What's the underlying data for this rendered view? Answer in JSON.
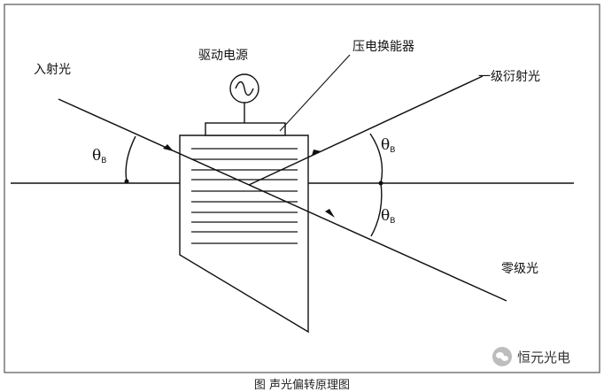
{
  "labels": {
    "incident_light": "入射光",
    "drive_power": "驱动电源",
    "piezo_transducer": "压电换能器",
    "first_order_light": "一级衍射光",
    "zero_order_light": "零级光",
    "theta_symbol": "θ",
    "theta_subscript": "B"
  },
  "watermark": {
    "text": "恒元光电",
    "icon": "wechat-icon"
  },
  "caption": "图 声光偏转原理图",
  "colors": {
    "line": "#111111",
    "border": "#555555"
  }
}
